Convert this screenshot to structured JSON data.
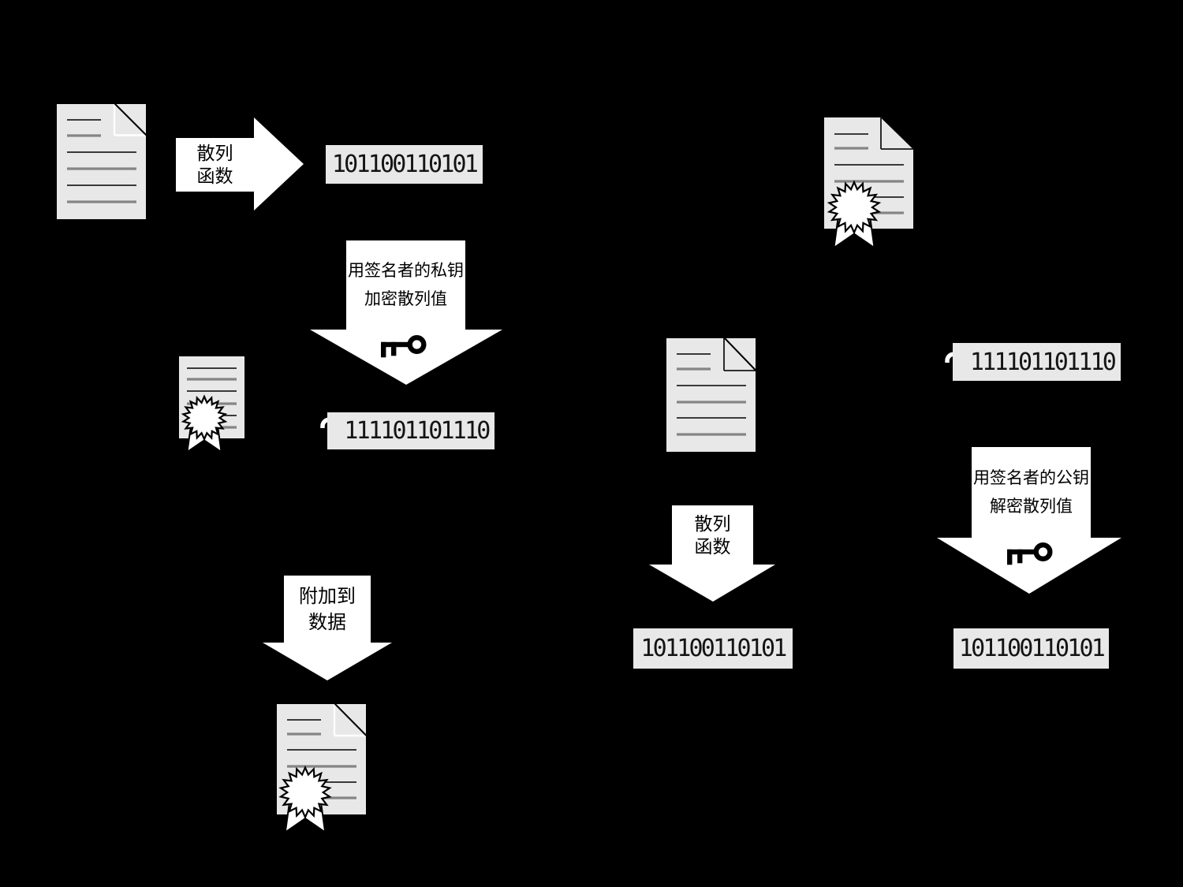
{
  "diagram_title": "digital-signature-sign-and-verify-flow",
  "colors": {
    "background": "#000000",
    "panel_gray": "#e8e8e8",
    "arrow_white": "#ffffff",
    "ink": "#000000",
    "soft_line_gray": "#858585"
  },
  "icons": {
    "document": "document-icon",
    "certificate": "certificate-seal-ribbon-icon",
    "lock": "padlock-icon",
    "key": "key-icon"
  },
  "signing_flow": {
    "hash_arrow": {
      "line1": "散列",
      "line2": "函数"
    },
    "hash_value": "101100110101",
    "encrypt_arrow": {
      "line1": "用签名者的私钥",
      "line2": "加密散列值"
    },
    "encrypted_hash": "111101101110",
    "append_arrow": {
      "line1": "附加到",
      "line2": "数据"
    }
  },
  "verification_flow": {
    "encrypted_hash": "111101101110",
    "decrypt_arrow": {
      "line1": "用签名者的公钥",
      "line2": "解密散列值"
    },
    "hash_arrow": {
      "line1": "散列",
      "line2": "函数"
    },
    "computed_hash": "101100110101",
    "decrypted_hash": "101100110101"
  }
}
